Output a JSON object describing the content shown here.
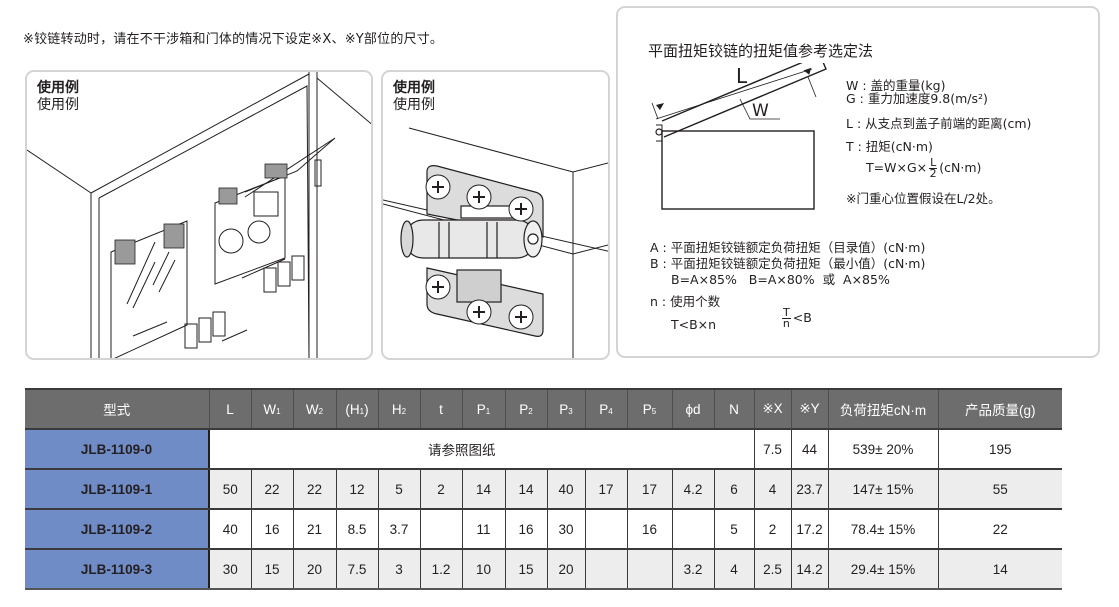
{
  "note": "※铰链转动时，请在不干涉箱和门体的情况下设定※X、※Y部位的尺寸。",
  "examples": [
    {
      "title_bold": "使用例",
      "title": "使用例",
      "illustration": "control-cabinet-with-hinged-panels"
    },
    {
      "title_bold": "使用例",
      "title": "使用例",
      "illustration": "torque-hinge-on-box-corner"
    }
  ],
  "torque_guide": {
    "title": "平面扭矩铰链的扭矩值参考选定法",
    "diagram_labels": {
      "length": "L",
      "weight": "W"
    },
    "definitions": {
      "W": "W : 盖的重量(kg)",
      "G": "G : 重力加速度9.8(m/s²)",
      "L": "L : 从支点到盖子前端的距离(cm)",
      "T": "T : 扭矩(cN·m)",
      "formula_prefix": "T=W×G×",
      "formula_num": "L",
      "formula_den": "2",
      "formula_suffix": "(cN·m)",
      "center_note": "※门重心位置假设在L/2处。",
      "A": "A : 平面扭矩铰链额定负荷扭矩（目录值）(cN·m)",
      "B": "B : 平面扭矩铰链额定负荷扭矩（最小值）(cN·m)",
      "B_formula": "B=A×85%   B=A×80%  或  A×85%",
      "n": "n : 使用个数",
      "cond1": "T<B×n",
      "cond2_num": "T",
      "cond2_den": "n",
      "cond2_suffix": "<B"
    }
  },
  "table": {
    "headers": [
      "型式",
      "L",
      "W",
      "W",
      "(H",
      ")",
      "H",
      "t",
      "P",
      "P",
      "P",
      "P",
      "P",
      "ϕd",
      "N",
      "※X",
      "※Y",
      "负荷扭矩cN·m",
      "产品质量(g)"
    ],
    "header_cells": [
      {
        "main": "型式",
        "sub": ""
      },
      {
        "main": "L",
        "sub": ""
      },
      {
        "main": "W",
        "sub": "1"
      },
      {
        "main": "W",
        "sub": "2"
      },
      {
        "main": "(H",
        "sub": "1",
        "tail": ")"
      },
      {
        "main": "H",
        "sub": "2"
      },
      {
        "main": "t",
        "sub": ""
      },
      {
        "main": "P",
        "sub": "1"
      },
      {
        "main": "P",
        "sub": "2"
      },
      {
        "main": "P",
        "sub": "3"
      },
      {
        "main": "P",
        "sub": "4"
      },
      {
        "main": "P",
        "sub": "5"
      },
      {
        "main": "ϕd",
        "sub": ""
      },
      {
        "main": "N",
        "sub": ""
      },
      {
        "main": "※X",
        "sub": ""
      },
      {
        "main": "※Y",
        "sub": ""
      },
      {
        "main": "负荷扭矩cN·m",
        "sub": ""
      },
      {
        "main": "产品质量(g)",
        "sub": ""
      }
    ],
    "row0": {
      "model": "JLB-1109-0",
      "merged_note": "请参照图纸",
      "X": "7.5",
      "Y": "44",
      "torque": "539± 20%",
      "mass": "195"
    },
    "rows": [
      {
        "model": "JLB-1109-1",
        "cells": [
          "50",
          "22",
          "22",
          "12",
          "5",
          "2",
          "14",
          "14",
          "40",
          "17",
          "17",
          "4.2",
          "6",
          "4",
          "23.7",
          "147± 15%",
          "55"
        ]
      },
      {
        "model": "JLB-1109-2",
        "cells": [
          "40",
          "16",
          "21",
          "8.5",
          "3.7",
          "",
          "11",
          "16",
          "30",
          "",
          "16",
          "",
          "5",
          "2",
          "17.2",
          "78.4± 15%",
          "22"
        ]
      },
      {
        "model": "JLB-1109-3",
        "cells": [
          "30",
          "15",
          "20",
          "7.5",
          "3",
          "1.2",
          "10",
          "15",
          "20",
          "",
          "",
          "3.2",
          "4",
          "2.5",
          "14.2",
          "29.4± 15%",
          "14"
        ]
      }
    ]
  },
  "colors": {
    "header_bg": "#6d6d6d",
    "model_bg": "#6f8cc7",
    "alt_row_bg": "#ededed",
    "border": "#d4d4d4"
  }
}
